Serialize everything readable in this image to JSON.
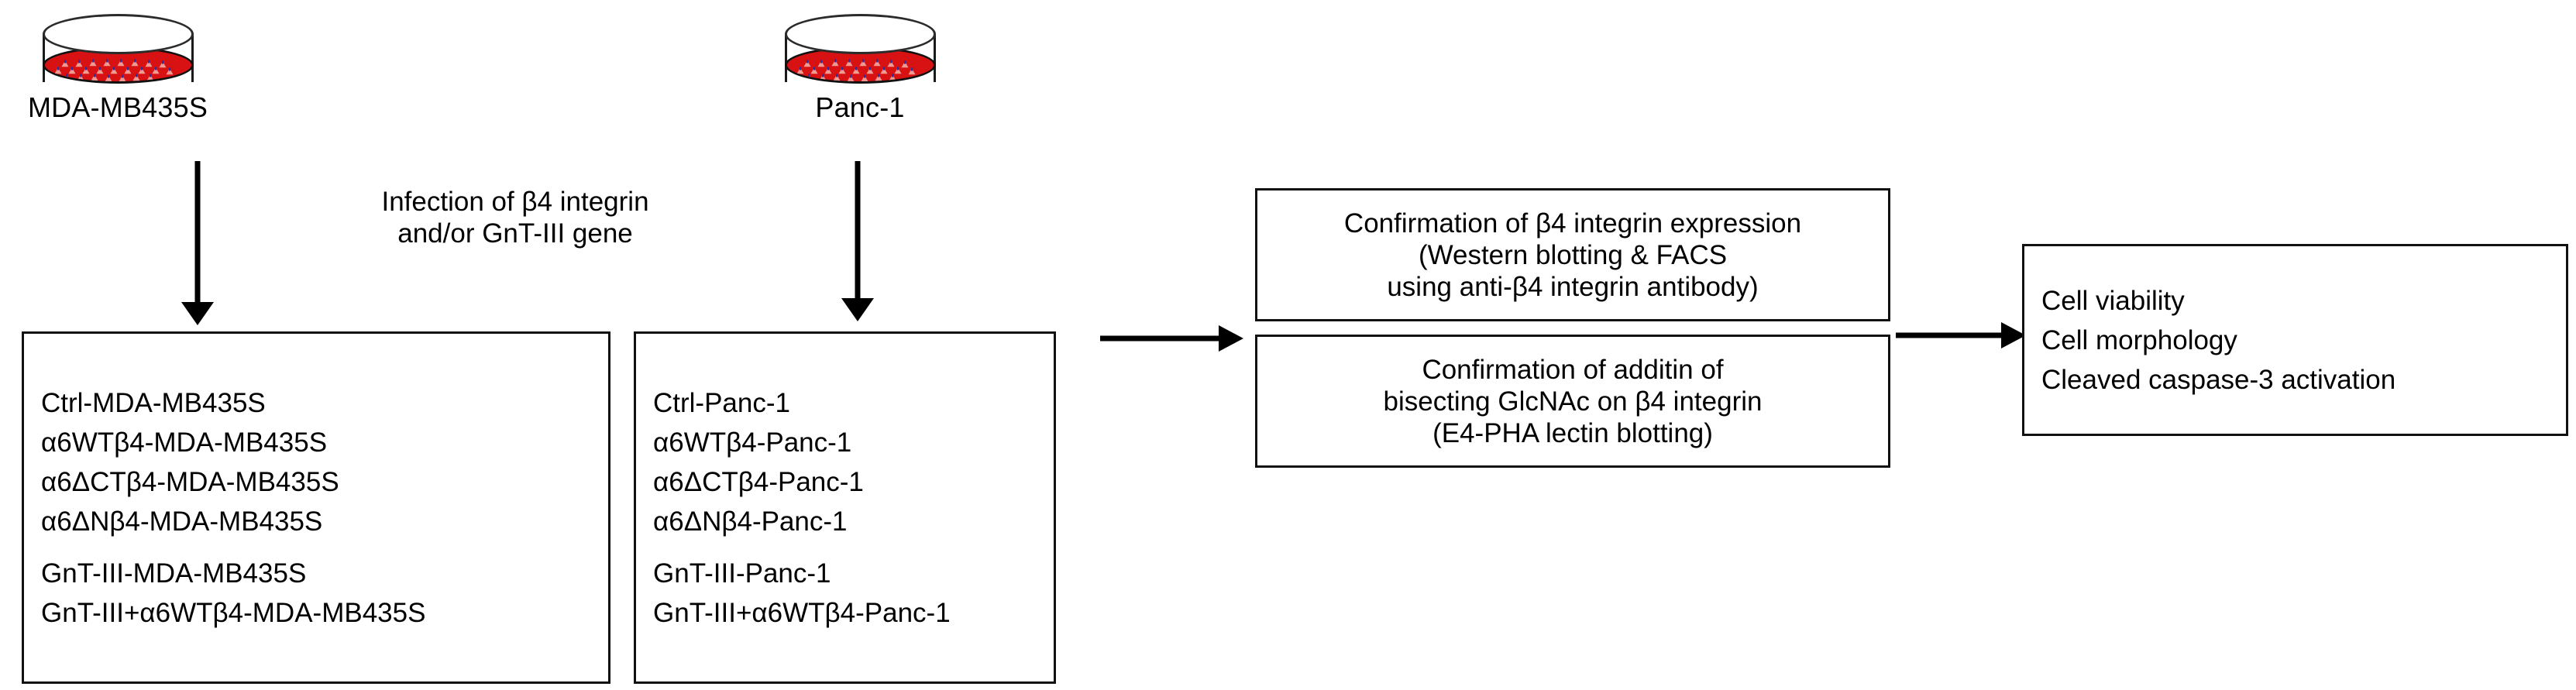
{
  "diagram": {
    "title": "Experimental workflow: beta-4 integrin and GnT-III infection of cancer cell lines",
    "colors": {
      "medium": "#d81212",
      "cell_body": "#f19a94",
      "cell_nucleus": "#2233aa",
      "outline": "#111111",
      "background": "#ffffff"
    }
  },
  "dishes": [
    {
      "label": "MDA-MB435S",
      "icon": "petri-dish-icon"
    },
    {
      "label": "Panc-1",
      "icon": "petri-dish-icon"
    }
  ],
  "caption": {
    "line1": "Infection of β4 integrin",
    "line2": "and/or GnT-III gene"
  },
  "cell_lines_mda": {
    "items": [
      "Ctrl-MDA-MB435S",
      "α6WTβ4-MDA-MB435S",
      "α6ΔCTβ4-MDA-MB435S",
      "α6ΔNβ4-MDA-MB435S",
      "GnT-III-MDA-MB435S",
      "GnT-III+α6WTβ4-MDA-MB435S"
    ]
  },
  "cell_lines_panc": {
    "items": [
      "Ctrl-Panc-1",
      "α6WTβ4-Panc-1",
      "α6ΔCTβ4-Panc-1",
      "α6ΔNβ4-Panc-1",
      "GnT-III-Panc-1",
      "GnT-III+α6WTβ4-Panc-1"
    ]
  },
  "confirmation_expression": {
    "lines": [
      "Confirmation of β4 integrin expression",
      "(Western blotting & FACS",
      "using anti-β4 integrin antibody)"
    ]
  },
  "confirmation_glcnac": {
    "lines": [
      "Confirmation of additin of",
      "bisecting GlcNAc on β4 integrin",
      "(E4-PHA lectin blotting)"
    ]
  },
  "readouts": {
    "items": [
      "Cell viability",
      "Cell morphology",
      "Cleaved caspase-3 activation"
    ]
  },
  "arrows": {
    "mda_down": "arrow-down-icon",
    "panc_down": "arrow-down-icon",
    "to_confirmation": "arrow-right-icon",
    "to_readouts": "arrow-right-icon"
  }
}
